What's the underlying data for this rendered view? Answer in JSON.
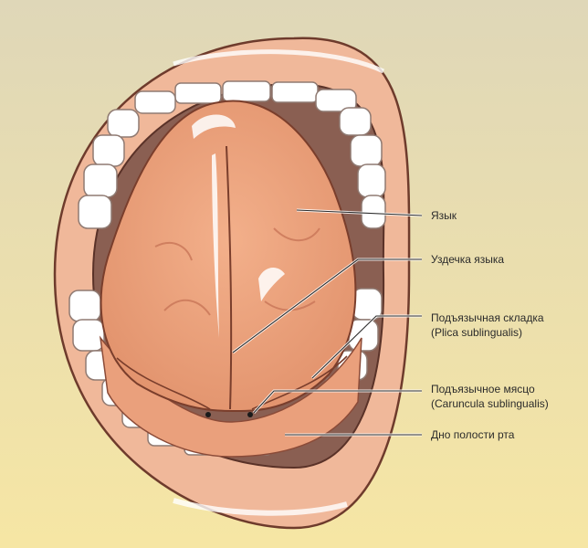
{
  "colors": {
    "background_top": "#dfd7b8",
    "background_bottom": "#f6e6a4",
    "lip": "#f0b89a",
    "lip_outline": "#6e3b2c",
    "mouth_cavity": "#8a5f52",
    "tongue": "#eda27e",
    "tongue_shadow": "#d8835f",
    "teeth": "#ffffff",
    "leader": "#2b2b2b"
  },
  "labels": {
    "tongue": "Язык",
    "frenulum": "Уздечка языка",
    "plica_ru": "Подъязычная складка",
    "plica_la": "(Plica sublingualis)",
    "caruncula_ru": "Подъязычное мясцо",
    "caruncula_la": "(Caruncula sublingualis)",
    "floor": "Дно полости рта"
  }
}
